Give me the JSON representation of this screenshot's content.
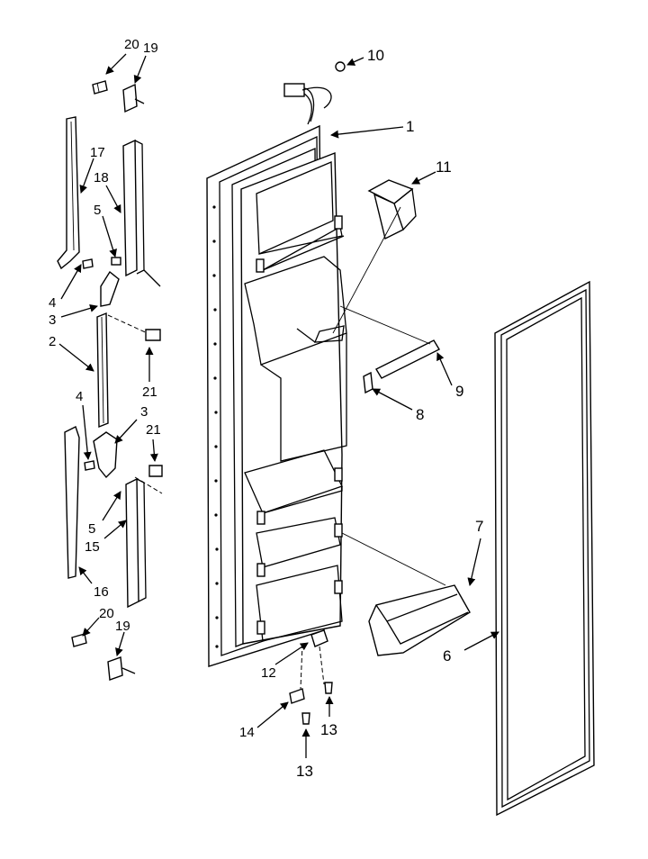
{
  "callouts": [
    {
      "id": "c20a",
      "text": "20"
    },
    {
      "id": "c19a",
      "text": "19"
    },
    {
      "id": "c10",
      "text": "10"
    },
    {
      "id": "c1",
      "text": "1"
    },
    {
      "id": "c17",
      "text": "17"
    },
    {
      "id": "c18",
      "text": "18"
    },
    {
      "id": "c11",
      "text": "11"
    },
    {
      "id": "c5a",
      "text": "5"
    },
    {
      "id": "c4a",
      "text": "4"
    },
    {
      "id": "c3a",
      "text": "3"
    },
    {
      "id": "c2",
      "text": "2"
    },
    {
      "id": "c9",
      "text": "9"
    },
    {
      "id": "c21a",
      "text": "21"
    },
    {
      "id": "c8",
      "text": "8"
    },
    {
      "id": "c4b",
      "text": "4"
    },
    {
      "id": "c3b",
      "text": "3"
    },
    {
      "id": "c21b",
      "text": "21"
    },
    {
      "id": "c7",
      "text": "7"
    },
    {
      "id": "c5b",
      "text": "5"
    },
    {
      "id": "c15",
      "text": "15"
    },
    {
      "id": "c16",
      "text": "16"
    },
    {
      "id": "c20b",
      "text": "20"
    },
    {
      "id": "c19b",
      "text": "19"
    },
    {
      "id": "c6",
      "text": "6"
    },
    {
      "id": "c12",
      "text": "12"
    },
    {
      "id": "c13a",
      "text": "13"
    },
    {
      "id": "c14",
      "text": "14"
    },
    {
      "id": "c13b",
      "text": "13"
    }
  ]
}
